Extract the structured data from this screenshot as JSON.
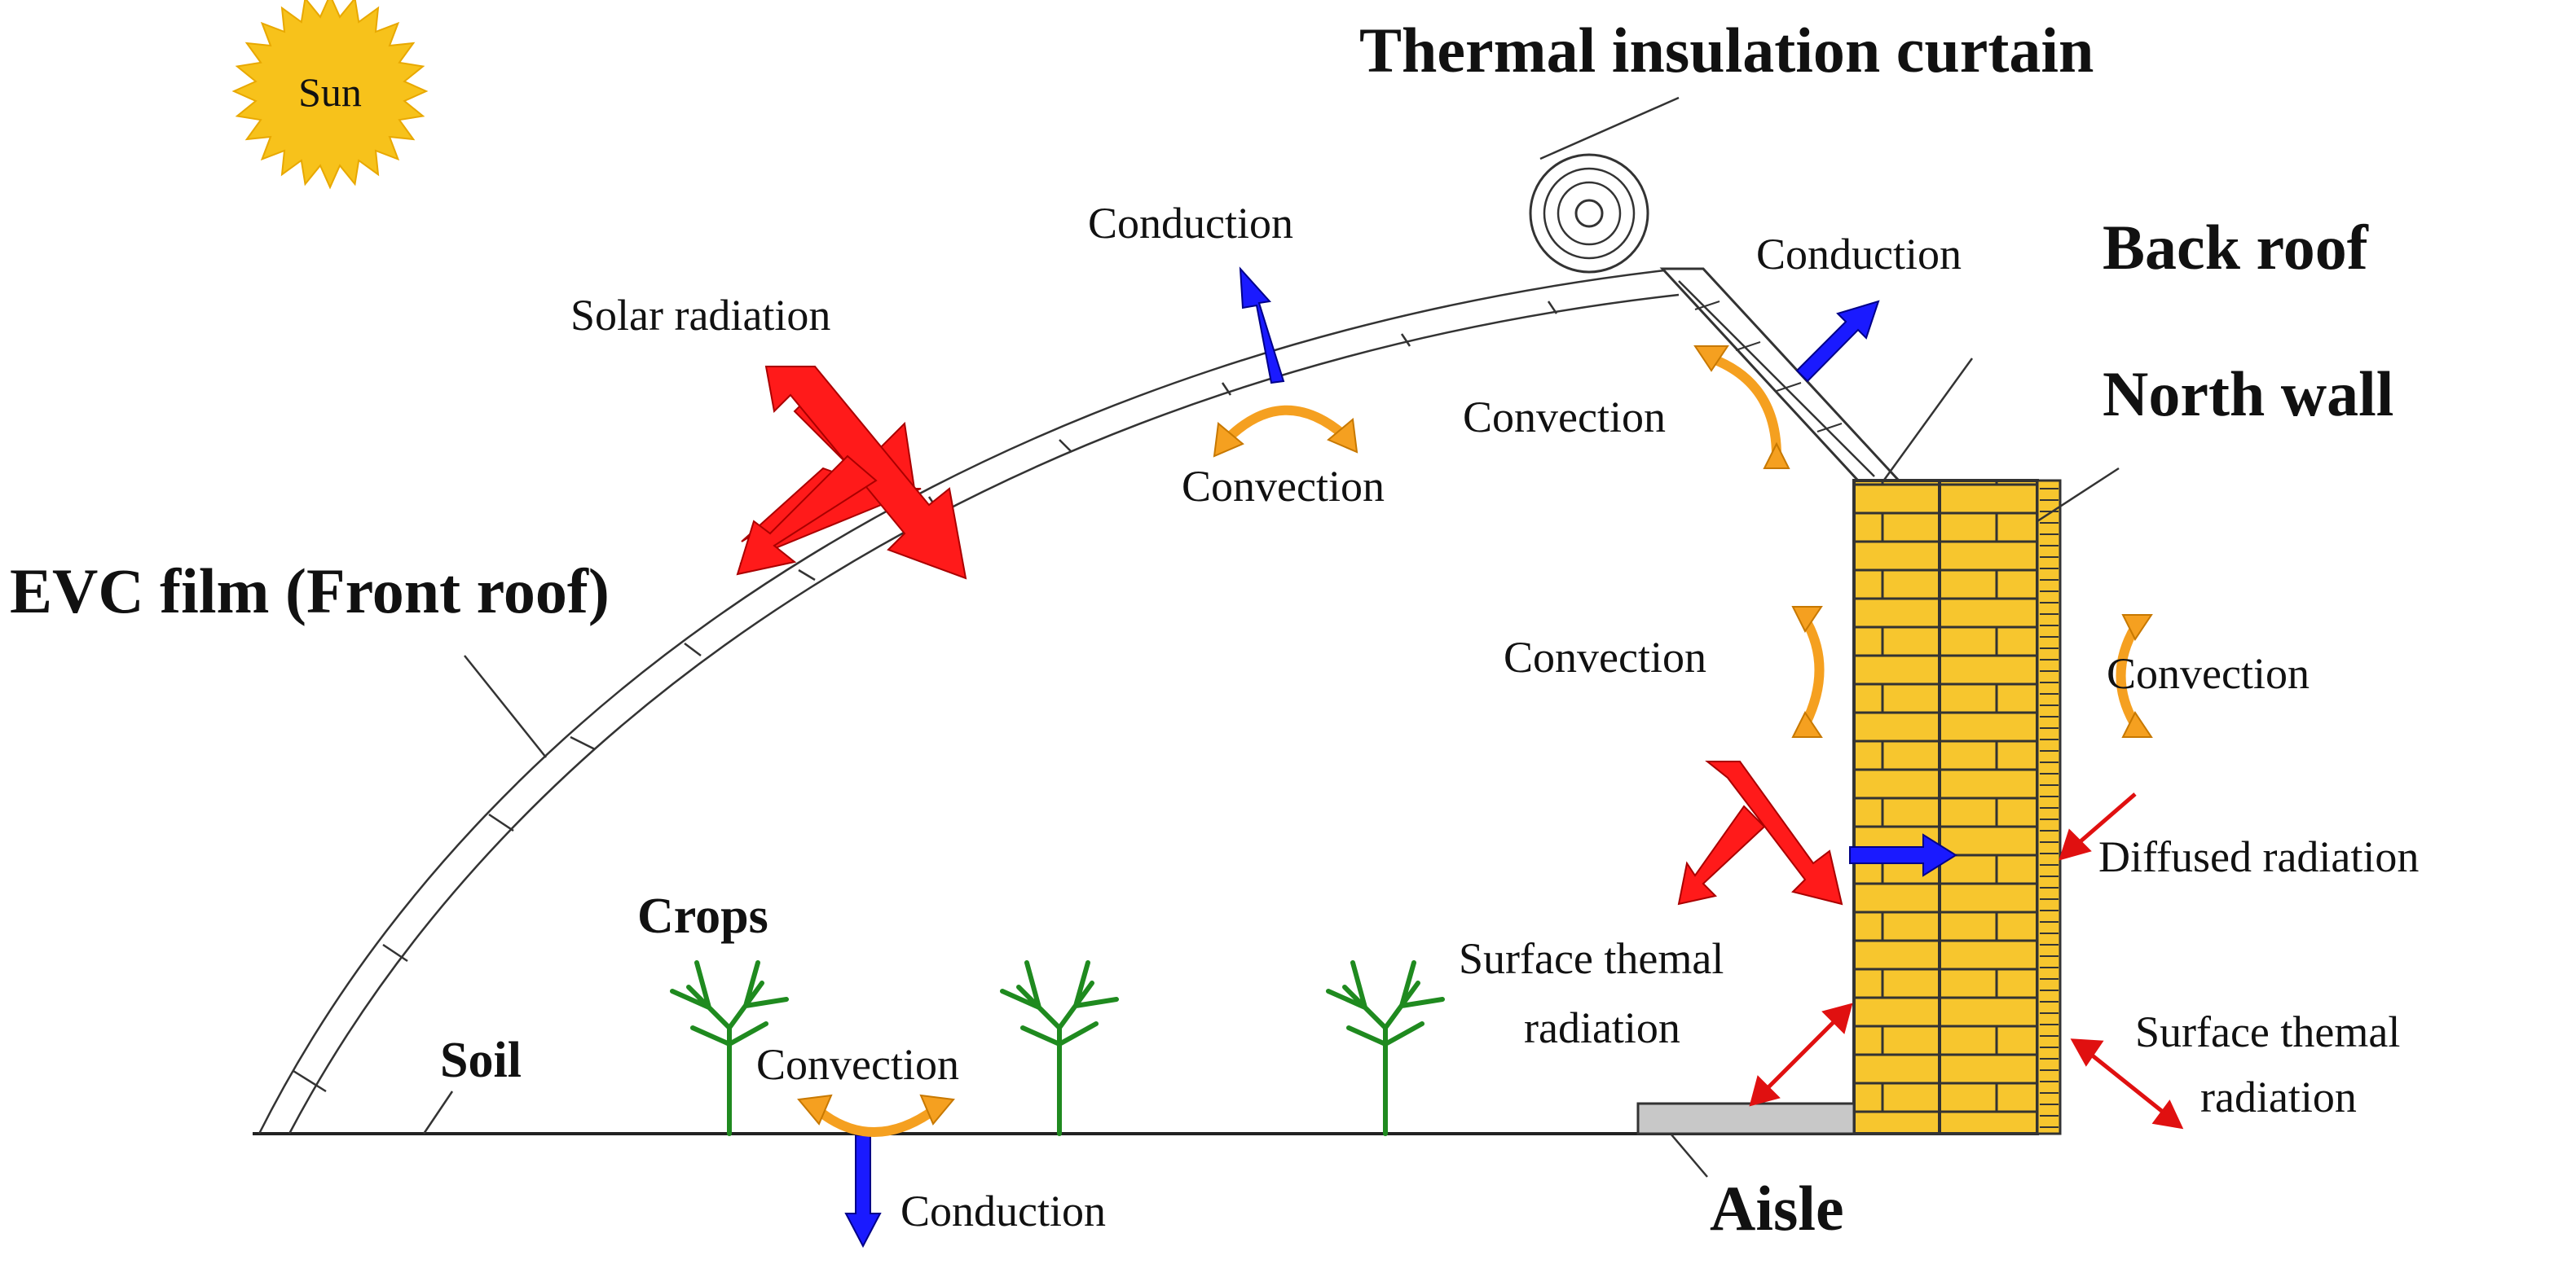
{
  "labels": {
    "sun": "Sun",
    "curtain": "Thermal insulation curtain",
    "back_roof": "Back roof",
    "north_wall": "North wall",
    "front_roof": "EVC  film (Front roof)",
    "solar_radiation": "Solar radiation",
    "crops": "Crops",
    "soil": "Soil",
    "aisle": "Aisle",
    "diffused_radiation": "Diffused radiation",
    "conduction": "Conduction",
    "convection": "Convection",
    "surface_radiation_line1": "Surface themal",
    "surface_radiation_line2": "radiation"
  },
  "colors": {
    "solar_arrow": "#ff1a1a",
    "conduction_arrow": "#1a1aff",
    "convection_arrow": "#f5a020",
    "thermal_arrow": "#e01010",
    "wall_fill": "#f7c62e",
    "sun_fill": "#f7c21b"
  }
}
